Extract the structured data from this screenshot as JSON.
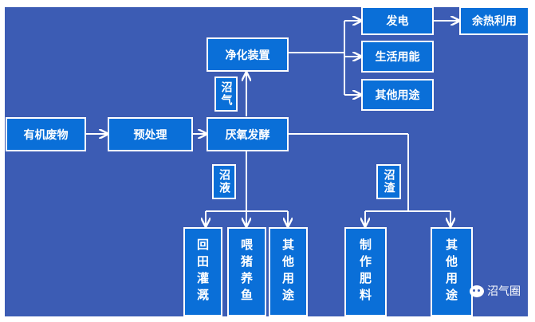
{
  "nodes": {
    "organic_waste": "有机废物",
    "pretreatment": "预处理",
    "anaerobic_digestion": "厌氧发酵",
    "purification_device": "净化装置",
    "power_generation": "发电",
    "waste_heat_use": "余热利用",
    "domestic_use": "生活用能",
    "other_use_gas": "其他用途",
    "farmland_irrigation": "回田灌溉",
    "feed_pigs_fish": "喂猪养鱼",
    "other_use_liquid": "其他用途",
    "make_fertilizer": "制作肥料",
    "other_use_residue": "其他用途"
  },
  "labels": {
    "biogas": "沼气",
    "biogas_slurry": "沼液",
    "biogas_residue": "沼渣"
  },
  "watermark": "沼气圈",
  "colors": {
    "background": "#3c5cb4",
    "box": "#0a6fd8",
    "line": "#ffffff"
  }
}
